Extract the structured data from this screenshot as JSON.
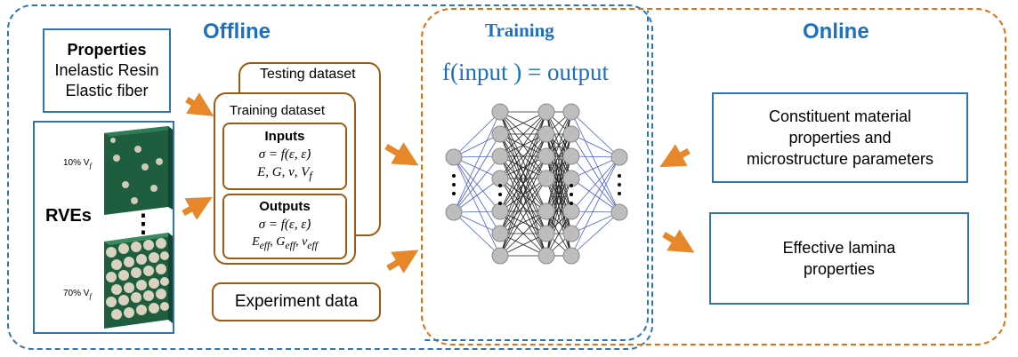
{
  "sections": {
    "offline": "Offline",
    "training": "Training",
    "online": "Online"
  },
  "properties": {
    "title": "Properties",
    "line1": "Inelastic Resin",
    "line2": "Elastic fiber"
  },
  "rves": {
    "label": "RVEs",
    "top_fraction": "10% V",
    "bottom_fraction": "70% V",
    "subscript": "f",
    "dots": "⋮"
  },
  "datasets": {
    "testing": "Testing dataset",
    "training": "Training dataset",
    "inputs_title": "Inputs",
    "inputs_eq1": "σ = f(ε, ε̇)",
    "inputs_eq2": "E, G, ν, V",
    "inputs_eq2_sub": "f",
    "outputs_title": "Outputs",
    "outputs_eq1": "σ = f(ε, ε̇)",
    "outputs_eq2": "E",
    "outputs_eq2_sub1": "eff",
    "outputs_eq2_mid1": ", G",
    "outputs_eq2_sub2": "eff",
    "outputs_eq2_mid2": ", ν",
    "outputs_eq2_sub3": "eff"
  },
  "experiment": "Experiment data",
  "formula": "f(input ) = output",
  "online_boxes": {
    "constituent": "Constituent  material properties and microstructure parameters",
    "effective": "Effective lamina properties"
  },
  "colors": {
    "blue": "#2e75b6",
    "orange": "#e46c0a",
    "arrow": "#e8862a",
    "brown": "#9c5b13",
    "title_blue": "#1f6fc0"
  }
}
